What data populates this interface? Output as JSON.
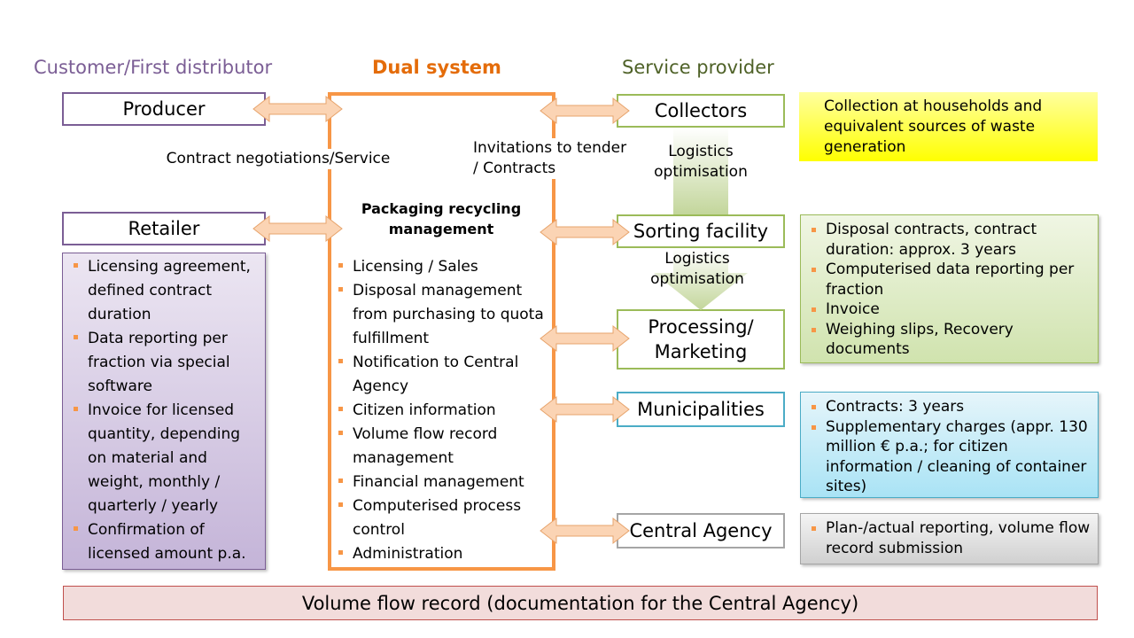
{
  "columns": {
    "customer": "Customer/First distributor",
    "dual": "Dual system",
    "service": "Service provider"
  },
  "colors": {
    "customer_heading": "#7b5e95",
    "dual_heading": "#e46c0a",
    "service_heading": "#4f6228",
    "frame_orange": "#f79646",
    "arrow_fill": "#fbd4b4",
    "collectors_note": "#ffff00",
    "green_note": "#d7e4bc",
    "blue_note": "#b7dde8",
    "grey_note": "#d9d9d9",
    "purple_note": "#ccc0da",
    "footer_fill": "#f2dcdb",
    "footer_border": "#c0504d"
  },
  "left": {
    "producer": "Producer",
    "retailer": "Retailer",
    "contract_label": "Contract negotiations/Service",
    "retailer_items": [
      "Licensing agreement, defined contract duration",
      "Data reporting per fraction via special software",
      "Invoice for licensed quantity, depending on  material and weight, monthly / quarterly / yearly",
      "Confirmation of licensed amount p.a."
    ]
  },
  "center": {
    "tender_label": "Invitations to tender / Contracts",
    "title": "Packaging recycling management",
    "items": [
      "Licensing / Sales",
      "Disposal management from purchasing to quota fulfillment",
      "Notification to Central Agency",
      "Citizen information",
      "Volume flow record management",
      "Financial management",
      "Computerised process control",
      "Administration"
    ]
  },
  "right": {
    "collectors": "Collectors",
    "sorting": "Sorting facility",
    "processing": "Processing/ Marketing",
    "municipalities": "Municipalities",
    "central_agency": "Central Agency",
    "logistics_1": "Logistics optimisation",
    "logistics_2": "Logistics optimisation"
  },
  "notes": {
    "collectors": "Collection at households and equivalent sources of waste generation",
    "sorting_processing": [
      "Disposal contracts, contract duration: approx. 3 years",
      "Computerised data reporting per fraction",
      "Invoice",
      "Weighing slips, Recovery documents"
    ],
    "municipalities": [
      "Contracts: 3 years",
      "Supplementary charges (appr. 130 million € p.a.; for citizen information / cleaning of container sites)"
    ],
    "central_agency": [
      "Plan-/actual reporting, volume flow record submission"
    ]
  },
  "footer": "Volume flow record (documentation for the Central Agency)"
}
